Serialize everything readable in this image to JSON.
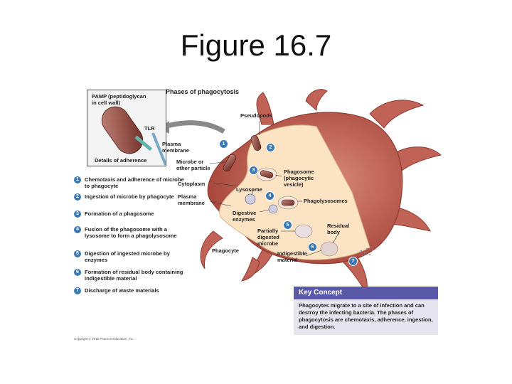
{
  "slide": {
    "title": "Figure 16.7"
  },
  "figure": {
    "title": "Phases of phagocytosis",
    "inset": {
      "pamp": "PAMP (peptidoglycan in cell wall)",
      "tlr": "TLR",
      "caption": "Details of adherence",
      "plasma_membrane": "Plasma membrane"
    },
    "labels": {
      "pseudopods": "Pseudopods",
      "microbe": "Microbe or other particle",
      "cytoplasm": "Cytoplasm",
      "plasma_membrane": "Plasma membrane",
      "lysosome": "Lysosome",
      "phagosome": "Phagosome (phagocytic vesicle)",
      "phagolysosomes": "Phagolysosomes",
      "digestive_enzymes": "Digestive enzymes",
      "partially_digested": "Partially digested microbe",
      "residual_body": "Residual body",
      "indigestible": "Indigestible material",
      "phagocyte": "Phagocyte"
    },
    "steps": [
      {
        "num": "1",
        "text": "Chemotaxis and adherence of microbe to phagocyte"
      },
      {
        "num": "2",
        "text": "Ingestion of microbe by phagocyte"
      },
      {
        "num": "3",
        "text": "Formation of a phagosome"
      },
      {
        "num": "4",
        "text": "Fusion of the phagosome with a lysosome to form a phagolysosome"
      },
      {
        "num": "5",
        "text": "Digestion of ingested microbe by enzymes"
      },
      {
        "num": "6",
        "text": "Formation of residual body containing indigestible material"
      },
      {
        "num": "7",
        "text": "Discharge of waste materials"
      }
    ],
    "key_concept": {
      "title": "Key Concept",
      "text": "Phagocytes migrate to a site of infection and can destroy the infecting bacteria. The phases of phagocytosis are chemotaxis, adherence, ingestion, and digestion."
    },
    "copyright": "Copyright © 2010 Pearson Education, Inc.",
    "colors": {
      "cell_body": "#c4665a",
      "cytoplasm": "#fbe3c4",
      "step_marker": "#3b78b6",
      "key_header": "#5a59a8",
      "key_body": "#e6e4ef",
      "microbe": "#8a3e35"
    }
  }
}
